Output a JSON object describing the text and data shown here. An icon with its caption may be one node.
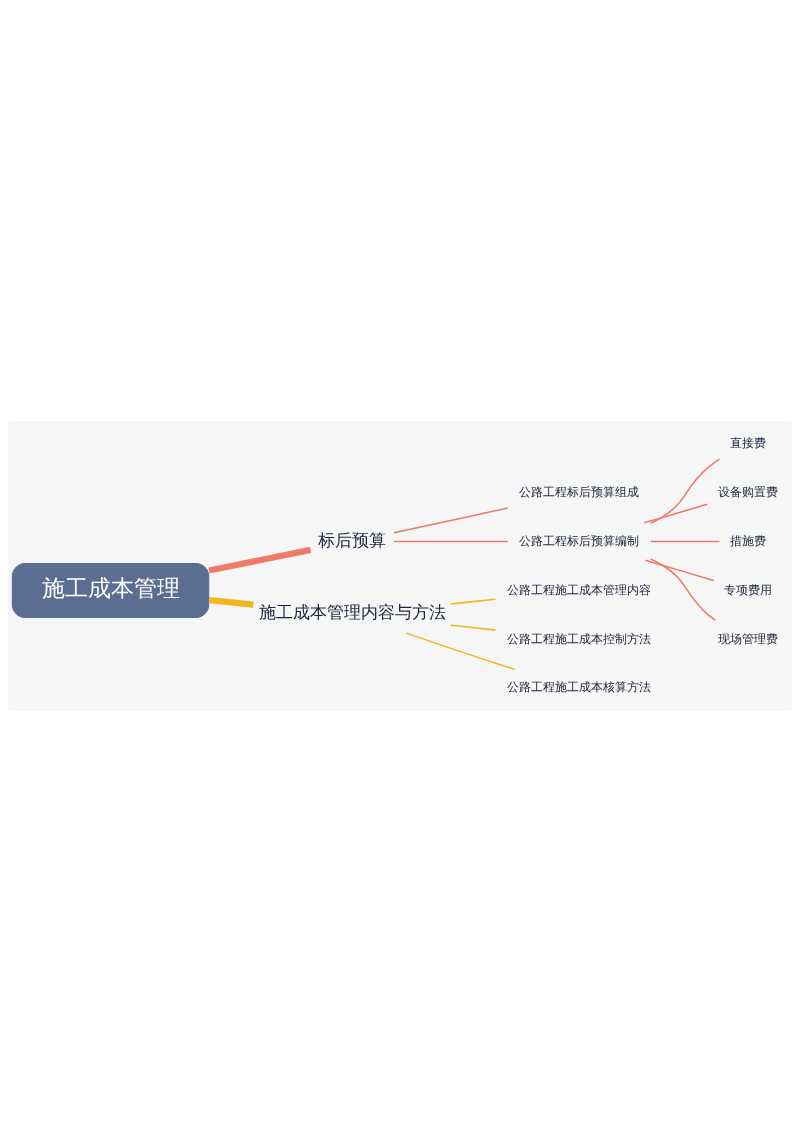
{
  "diagram": {
    "nodes": [
      {
        "text": [
          "施工成本管理"
        ]
      },
      {
        "text": [
          "标后预算"
        ]
      },
      {
        "text": [
          "公路工程标后预算组成"
        ]
      },
      {
        "text": [
          "公路工程标后预算编制"
        ]
      },
      {
        "text": [
          "直接费"
        ]
      },
      {
        "text": [
          "设备购置费"
        ]
      },
      {
        "text": [
          "措施费"
        ]
      },
      {
        "text": [
          "专项费用"
        ]
      },
      {
        "text": [
          "现场管理费"
        ]
      },
      {
        "text": [
          "施工成本管理内容与方法"
        ]
      },
      {
        "text": [
          "公路工程施工成本管理内容"
        ]
      },
      {
        "text": [
          "公路工程施工成本控制方法"
        ]
      },
      {
        "text": [
          "公路工程施工成本核算方法"
        ]
      }
    ],
    "edges": [
      {
        "from": 0,
        "to": 1,
        "arrow": "none",
        "style": "thick"
      },
      {
        "from": 1,
        "to": 2,
        "arrow": "none"
      },
      {
        "from": 1,
        "to": 3,
        "arrow": "none"
      },
      {
        "from": 3,
        "to": 4,
        "arrow": "none"
      },
      {
        "from": 3,
        "to": 5,
        "arrow": "none"
      },
      {
        "from": 3,
        "to": 6,
        "arrow": "none"
      },
      {
        "from": 3,
        "to": 7,
        "arrow": "none"
      },
      {
        "from": 3,
        "to": 8,
        "arrow": "none"
      },
      {
        "from": 0,
        "to": 9,
        "arrow": "none",
        "style": "thick",
        "color": "#f0b81e"
      },
      {
        "from": 9,
        "to": 10,
        "arrow": "none",
        "color": "#f0b81e"
      },
      {
        "from": 9,
        "to": 11,
        "arrow": "none",
        "color": "#f0b81e"
      },
      {
        "from": 9,
        "to": 12,
        "arrow": "none",
        "color": "#f0b81e"
      }
    ]
  }
}
